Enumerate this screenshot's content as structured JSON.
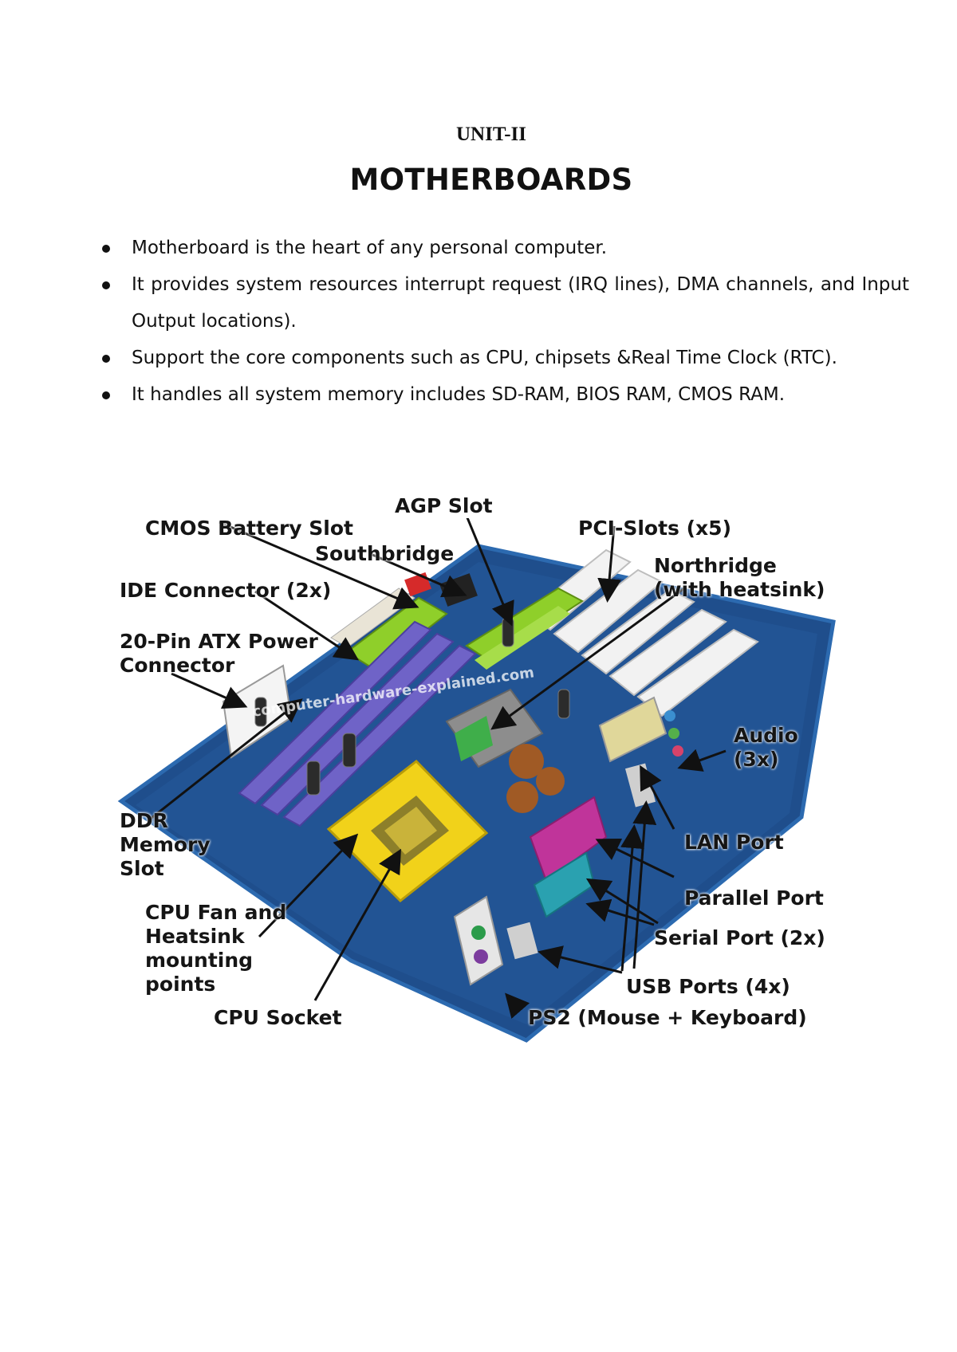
{
  "header": {
    "unit": "UNIT-II",
    "title": "MOTHERBOARDS"
  },
  "bullets": [
    "Motherboard is the heart of any personal computer.",
    "It provides system resources interrupt request (IRQ lines), DMA channels, and Input Output locations).",
    "Support the core components such as CPU, chipsets &Real Time Clock (RTC).",
    "It handles all system memory includes SD-RAM, BIOS RAM, CMOS RAM."
  ],
  "figure": {
    "watermark": "computer-hardware-explained.com",
    "labels": {
      "agp": "AGP Slot",
      "cmos": "CMOS Battery Slot",
      "southbridge": "Southbridge",
      "pci": "PCI-Slots (x5)",
      "northbridge": "Northridge\n(with heatsink)",
      "ide": "IDE Connector (2x)",
      "atx": "20-Pin ATX Power\nConnector",
      "audio": "Audio\n(3x)",
      "ddr": "DDR\nMemory\nSlot",
      "lan": "LAN Port",
      "cpufan": "CPU Fan and\nHeatsink\nmounting\npoints",
      "parallel": "Parallel Port",
      "serial": "Serial Port (2x)",
      "usb": "USB Ports (4x)",
      "cpusocket": "CPU Socket",
      "ps2": "PS2 (Mouse  + Keyboard)"
    },
    "colors": {
      "board": "#1f4e8c",
      "board_edge": "#2c6ab0",
      "ram_slot": "#6f63c7",
      "agp_slot": "#8fcf2a",
      "pci_slot": "#f2f2f2",
      "cpu_socket": "#f1d21a",
      "parallel_port": "#c0349a",
      "serial_port": "#2aa1b0"
    }
  }
}
